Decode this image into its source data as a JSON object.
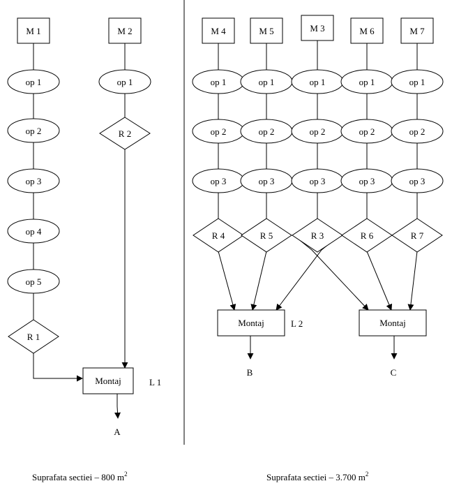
{
  "left": {
    "machines": [
      "M 1",
      "M 2"
    ],
    "chain1": [
      "op 1",
      "op 2",
      "op 3",
      "op 4",
      "op 5"
    ],
    "chain2": [
      "op 1"
    ],
    "diamond1": "R 1",
    "diamond2": "R 2",
    "assembly": "Montaj",
    "line_label": "L 1",
    "output": "A",
    "area_text": "Suprafata sectiei – 800 m",
    "area_sup": "2"
  },
  "right": {
    "machines": [
      "M 4",
      "M 5",
      "M 3",
      "M 6",
      "M 7"
    ],
    "op1": [
      "op 1",
      "op 1",
      "op 1",
      "op 1",
      "op 1"
    ],
    "op2": [
      "op 2",
      "op 2",
      "op 2",
      "op 2",
      "op 2"
    ],
    "op3": [
      "op 3",
      "op 3",
      "op 3",
      "op 3",
      "op 3"
    ],
    "diamonds": [
      "R 4",
      "R 5",
      "R 3",
      "R 6",
      "R 7"
    ],
    "assembly1": "Montaj",
    "assembly2": "Montaj",
    "line_label": "L 2",
    "output1": "B",
    "output2": "C",
    "area_text": "Suprafata sectiei – 3.700 m",
    "area_sup": "2"
  }
}
